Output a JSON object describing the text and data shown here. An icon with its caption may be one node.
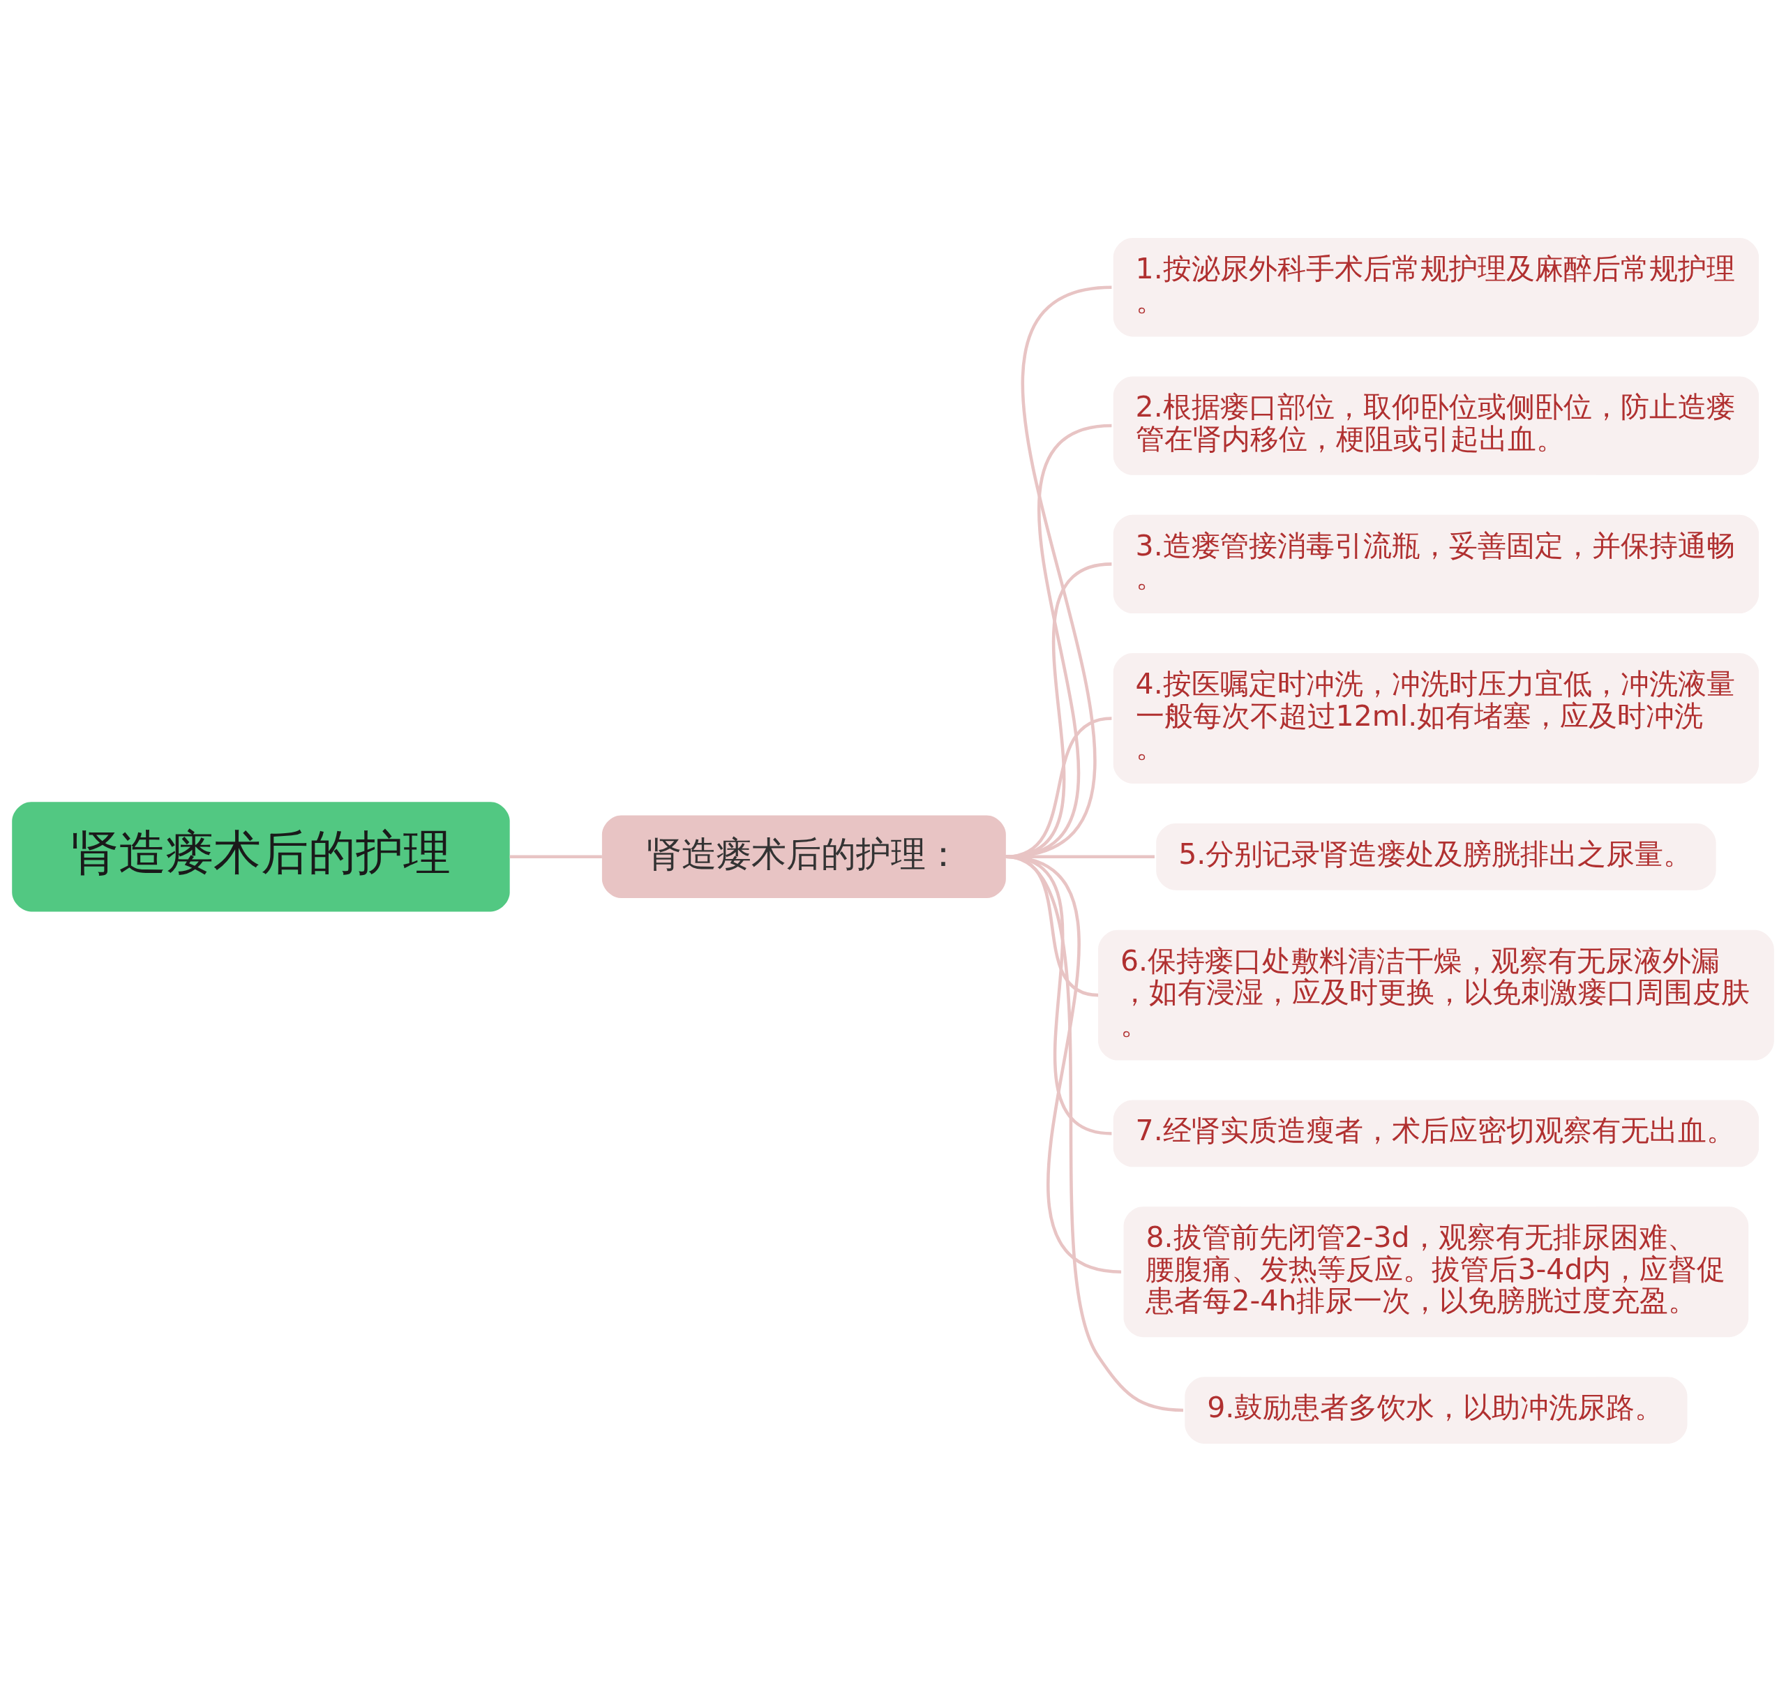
{
  "diagram": {
    "nodes": [
      {
        "text": [
          "肾造瘘术后的护理"
        ]
      },
      {
        "text": [
          "肾造瘘术后的护理："
        ]
      },
      {
        "text": [
          "1.按泌尿外科手术后常规护理及麻醉后常规护理。"
        ]
      },
      {
        "text": [
          "2.根据瘘口部位，取仰卧位或侧卧位，防止造瘘管在肾内移位，梗阻或引起出血。"
        ]
      },
      {
        "text": [
          "3.造瘘管接消毒引流瓶，妥善固定，并保持通畅。"
        ]
      },
      {
        "text": [
          "4.按医嘱定时冲洗，冲洗时压力宜低，冲洗液量一般每次不超过12ml.如有堵塞，应及时冲洗。"
        ]
      },
      {
        "text": [
          "5.分别记录肾造瘘处及膀胱排出之尿量。"
        ]
      },
      {
        "text": [
          "6.保持瘘口处敷料清洁干燥，观察有无尿液外漏，如有浸湿，应及时更换，以免刺激瘘口周围皮肤。"
        ]
      },
      {
        "text": [
          "7.经肾实质造瘦者，术后应密切观察有无出血。"
        ]
      },
      {
        "text": [
          "8.拔管前先闭管2-3d，观察有无排尿困难、腰腹痛、发热等反应。拔管后3-4d内，应督促患者每2-4h排尿一次，以免膀胱过度充盈。"
        ]
      },
      {
        "text": [
          "9.鼓励患者多饮水，以助冲洗尿路。"
        ]
      }
    ],
    "edges": [
      {
        "from": 0,
        "to": 1,
        "arrow": "none"
      },
      {
        "from": 1,
        "to": 2,
        "arrow": "none"
      },
      {
        "from": 1,
        "to": 3,
        "arrow": "none"
      },
      {
        "from": 1,
        "to": 4,
        "arrow": "none"
      },
      {
        "from": 1,
        "to": 5,
        "arrow": "none"
      },
      {
        "from": 1,
        "to": 6,
        "arrow": "none"
      },
      {
        "from": 1,
        "to": 7,
        "arrow": "none"
      },
      {
        "from": 1,
        "to": 8,
        "arrow": "none"
      },
      {
        "from": 1,
        "to": 9,
        "arrow": "none"
      },
      {
        "from": 1,
        "to": 10,
        "arrow": "none"
      }
    ]
  }
}
